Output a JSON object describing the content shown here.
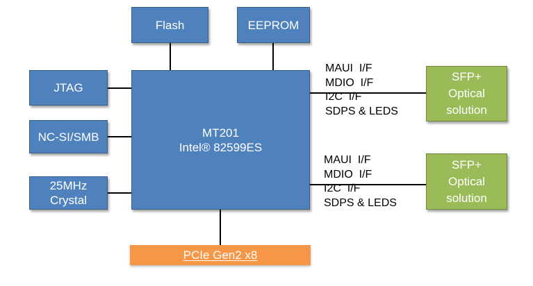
{
  "diagram": {
    "flash": "Flash",
    "eeprom": "EEPROM",
    "jtag": "JTAG",
    "ncsi": "NC-SI/SMB",
    "crystal": {
      "line1": "25MHz",
      "line2": "Crystal"
    },
    "controller": {
      "line1": "MT201",
      "line2": "Intel® 82599ES"
    },
    "pcie": "PCIe Gen2 x8",
    "sfp_top": {
      "line1": "SFP+",
      "line2": "Optical",
      "line3": "solution"
    },
    "sfp_bottom": {
      "line1": "SFP+",
      "line2": "Optical",
      "line3": "solution"
    },
    "signals_top": [
      "MAUI  I/F",
      "MDIO  I/F",
      "I2C  I/F",
      "SDPS & LEDS"
    ],
    "signals_bottom": [
      "MAUI  I/F",
      "MDIO  I/F",
      "I2C  I/F",
      "SDPS & LEDS"
    ],
    "colors": {
      "blue_box": "#4f81bd",
      "green_box": "#9bbb59",
      "orange_bar": "#f79646",
      "connector": "#000000"
    }
  }
}
